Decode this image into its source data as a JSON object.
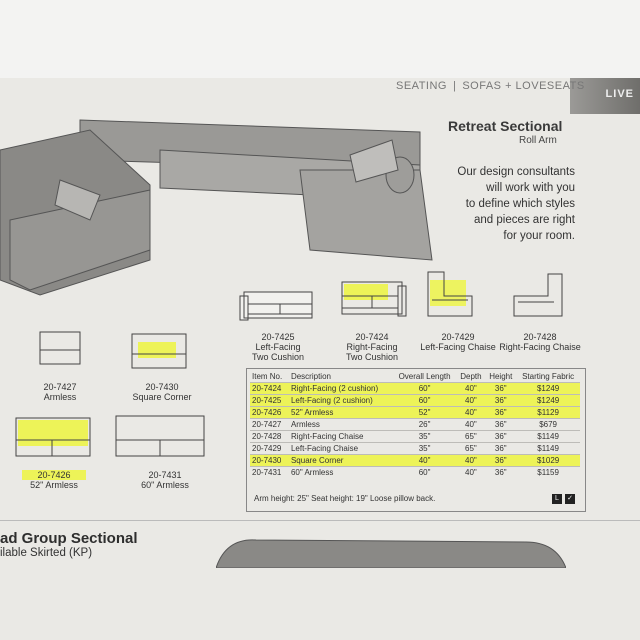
{
  "nav": {
    "left": "SEATING",
    "right": "SOFAS + LOVESEATS",
    "edge": "LIVE"
  },
  "header": {
    "title": "Retreat Sectional",
    "subtitle": "Roll Arm"
  },
  "blurb": [
    "Our design consultants",
    "will work with you",
    "to define which styles",
    "and pieces are right",
    "for your room."
  ],
  "pieces": [
    {
      "code": "20-7425",
      "name": "Left-Facing",
      "name2": "Two Cushion"
    },
    {
      "code": "20-7424",
      "name": "Right-Facing",
      "name2": "Two Cushion"
    },
    {
      "code": "20-7429",
      "name": "Left-Facing Chaise",
      "name2": ""
    },
    {
      "code": "20-7428",
      "name": "Right-Facing Chaise",
      "name2": ""
    },
    {
      "code": "20-7427",
      "name": "Armless",
      "name2": ""
    },
    {
      "code": "20-7430",
      "name": "Square Corner",
      "name2": ""
    },
    {
      "code": "20-7426",
      "name": "52\" Armless",
      "name2": ""
    },
    {
      "code": "20-7431",
      "name": "60\" Armless",
      "name2": ""
    }
  ],
  "table": {
    "headers": {
      "item": "Item No.",
      "desc": "Description",
      "length": "Overall Length",
      "depth": "Depth",
      "height": "Height",
      "price": "Starting Fabric"
    },
    "rows": [
      {
        "item": "20-7424",
        "desc": "Right-Facing (2 cushion)",
        "length": "60\"",
        "depth": "40\"",
        "height": "36\"",
        "price": "$1249"
      },
      {
        "item": "20-7425",
        "desc": "Left-Facing (2 cushion)",
        "length": "60\"",
        "depth": "40\"",
        "height": "36\"",
        "price": "$1249"
      },
      {
        "item": "20-7426",
        "desc": "52\" Armless",
        "length": "52\"",
        "depth": "40\"",
        "height": "36\"",
        "price": "$1129"
      },
      {
        "item": "20-7427",
        "desc": "Armless",
        "length": "26\"",
        "depth": "40\"",
        "height": "36\"",
        "price": "$679"
      },
      {
        "item": "20-7428",
        "desc": "Right-Facing Chaise",
        "length": "35\"",
        "depth": "65\"",
        "height": "36\"",
        "price": "$1149"
      },
      {
        "item": "20-7429",
        "desc": "Left-Facing Chaise",
        "length": "35\"",
        "depth": "65\"",
        "height": "36\"",
        "price": "$1149"
      },
      {
        "item": "20-7430",
        "desc": "Square Corner",
        "length": "40\"",
        "depth": "40\"",
        "height": "36\"",
        "price": "$1029"
      },
      {
        "item": "20-7431",
        "desc": "60\" Armless",
        "length": "60\"",
        "depth": "40\"",
        "height": "36\"",
        "price": "$1159"
      }
    ],
    "note": "Arm height: 25\"  Seat height: 19\"  Loose pillow back.",
    "badges": [
      "L",
      "✓"
    ]
  },
  "bottom": {
    "title": "ad Group Sectional",
    "subtitle": "ilable Skirted (KP)"
  }
}
